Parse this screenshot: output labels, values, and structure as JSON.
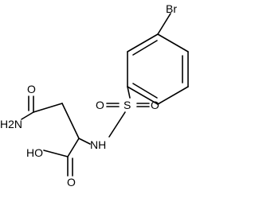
{
  "molecule": {
    "atom_labels": {
      "bromine": "Br",
      "sulfonyl_oxygen_left": "O",
      "sulfur": "S",
      "sulfonyl_oxygen_right": "O",
      "amide_oxygen": "O",
      "sulfonamide_nh": "NH",
      "amide_nh2": "H2N",
      "hydroxyl": "HO",
      "carboxyl_oxygen": "O"
    },
    "colors": {
      "bond": "#000000",
      "label": "#000000",
      "background": "#ffffff"
    }
  }
}
